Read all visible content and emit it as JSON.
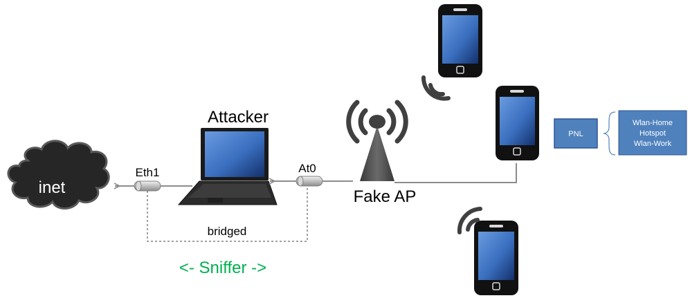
{
  "labels": {
    "inet": "inet",
    "eth1": "Eth1",
    "at0": "At0",
    "attacker": "Attacker",
    "fake_ap": "Fake AP",
    "bridged": "bridged",
    "sniffer": "<- Sniffer ->",
    "pnl": "PNL"
  },
  "pnl_list": [
    "Wlan-Home",
    "Hotspot",
    "Wlan-Work"
  ],
  "colors": {
    "screen": "#3a6fbf",
    "box_fill": "#4f81bd",
    "box_border": "#2f5597",
    "sniffer": "#00b050",
    "signal": "#404040",
    "line": "#8c8c8c"
  },
  "icons": [
    "cloud-icon",
    "laptop-icon",
    "antenna-tower-icon",
    "smartphone-icon",
    "wifi-signal-icon",
    "connector-plug-icon"
  ]
}
